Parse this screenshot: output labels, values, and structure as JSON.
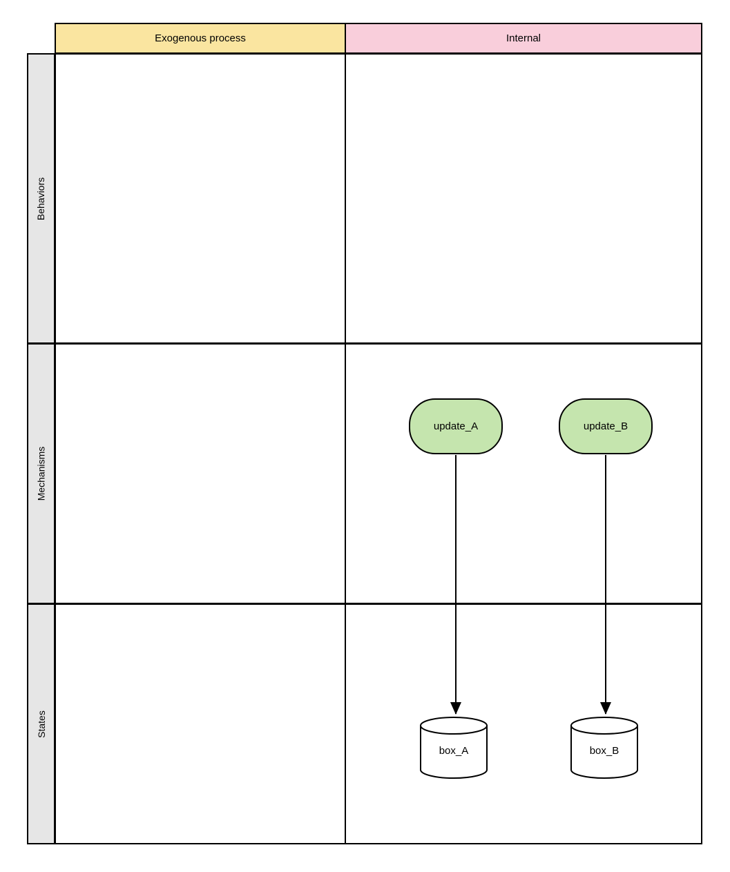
{
  "diagram": {
    "title": "",
    "columns": [
      {
        "id": "exogenous",
        "label": "Exogenous process",
        "color": "#FAE5A0"
      },
      {
        "id": "internal",
        "label": "Internal",
        "color": "#F9CEDB"
      }
    ],
    "rows": [
      {
        "id": "behaviors",
        "label": "Behaviors",
        "color": "#E6E6E6"
      },
      {
        "id": "mechanisms",
        "label": "Mechanisms",
        "color": "#E6E6E6"
      },
      {
        "id": "states",
        "label": "States",
        "color": "#E6E6E6"
      }
    ],
    "nodes": [
      {
        "id": "update_A",
        "label": "update_A",
        "shape": "rounded-rectangle",
        "row": "mechanisms",
        "column": "internal",
        "fill": "#C5E5AE",
        "stroke": "#000000"
      },
      {
        "id": "update_B",
        "label": "update_B",
        "shape": "rounded-rectangle",
        "row": "mechanisms",
        "column": "internal",
        "fill": "#C5E5AE",
        "stroke": "#000000"
      },
      {
        "id": "box_A",
        "label": "box_A",
        "shape": "cylinder",
        "row": "states",
        "column": "internal",
        "fill": "#FFFFFF",
        "stroke": "#000000"
      },
      {
        "id": "box_B",
        "label": "box_B",
        "shape": "cylinder",
        "row": "states",
        "column": "internal",
        "fill": "#FFFFFF",
        "stroke": "#000000"
      }
    ],
    "edges": [
      {
        "from": "update_A",
        "to": "box_A",
        "style": "solid",
        "arrowhead": "filled-triangle",
        "label": ""
      },
      {
        "from": "update_B",
        "to": "box_B",
        "style": "solid",
        "arrowhead": "filled-triangle",
        "label": ""
      }
    ],
    "cells": [
      {
        "row": "behaviors",
        "column": "exogenous",
        "nodes": []
      },
      {
        "row": "behaviors",
        "column": "internal",
        "nodes": []
      },
      {
        "row": "mechanisms",
        "column": "exogenous",
        "nodes": []
      },
      {
        "row": "mechanisms",
        "column": "internal",
        "nodes": [
          "update_A",
          "update_B"
        ]
      },
      {
        "row": "states",
        "column": "exogenous",
        "nodes": []
      },
      {
        "row": "states",
        "column": "internal",
        "nodes": [
          "box_A",
          "box_B"
        ]
      }
    ]
  }
}
